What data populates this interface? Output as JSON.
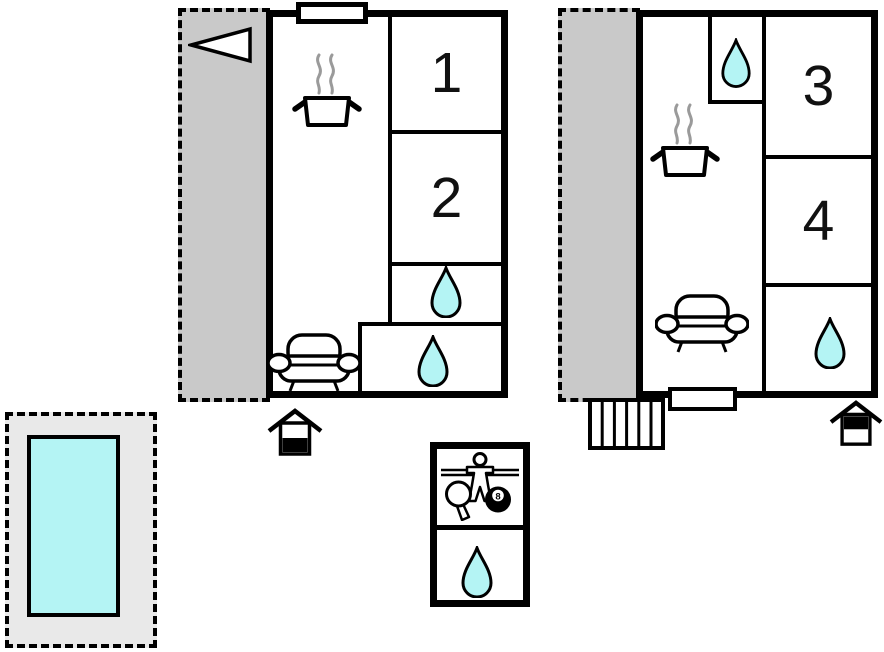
{
  "colors": {
    "wall": "#000000",
    "water": "#b4f4f4",
    "terrace": "#c9c9c9",
    "pool_deck": "#e9e9e9",
    "steam": "#9a9a9a",
    "background": "#ffffff"
  },
  "left_unit": {
    "rooms": [
      {
        "label": "1"
      },
      {
        "label": "2"
      }
    ],
    "icons": [
      "direction-flag",
      "chimney-vent",
      "cooking-pot",
      "sofa",
      "water-drop",
      "water-drop",
      "entrance-house"
    ]
  },
  "right_unit": {
    "rooms": [
      {
        "label": "3"
      },
      {
        "label": "4"
      }
    ],
    "icons": [
      "water-drop",
      "cooking-pot",
      "sofa",
      "water-drop",
      "door-step",
      "stairs",
      "entrance-house"
    ]
  },
  "annex": {
    "ball_label": "8",
    "icons": [
      "table-football-player",
      "table-tennis-paddle",
      "billiard-8-ball",
      "water-drop"
    ]
  },
  "pool": {
    "icons": [
      "swimming-pool"
    ]
  }
}
